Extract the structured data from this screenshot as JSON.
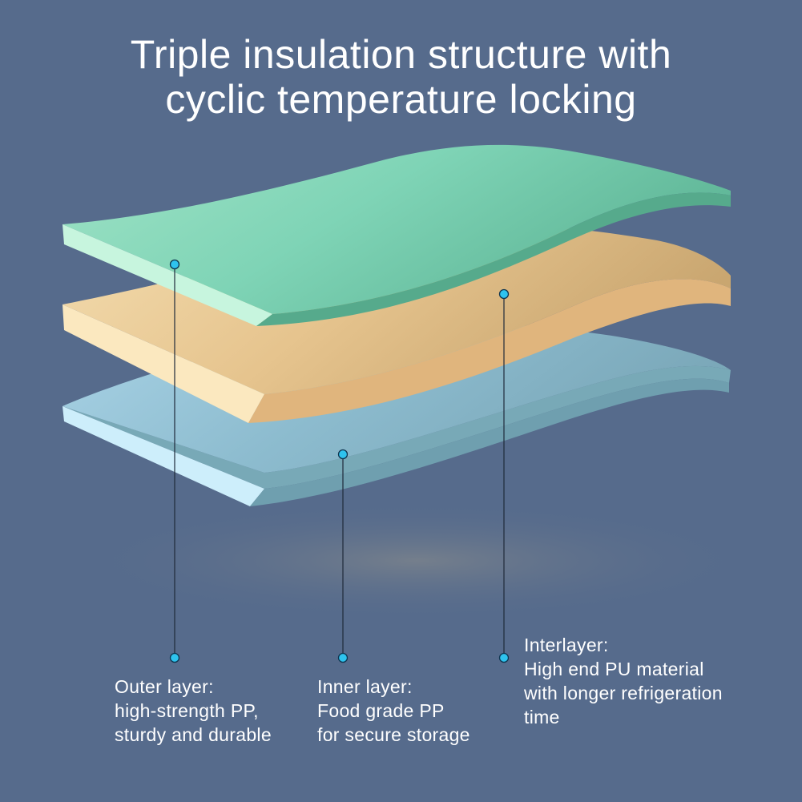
{
  "title": {
    "line1": "Triple insulation structure with",
    "line2": "cyclic temperature locking"
  },
  "layers": [
    {
      "name": "outer-layer",
      "color": "#7fd2b4"
    },
    {
      "name": "interlayer",
      "color": "#e5c58f"
    },
    {
      "name": "inner-layer",
      "color": "#8ab4c9"
    }
  ],
  "callouts": {
    "outer": {
      "heading": "Outer layer:",
      "line1": "high-strength PP,",
      "line2": "sturdy and durable"
    },
    "inner": {
      "heading": "Inner layer:",
      "line1": "Food grade PP",
      "line2": "for secure storage"
    },
    "interlayer": {
      "heading": "Interlayer:",
      "line1": "High end PU material",
      "line2": "with longer refrigeration",
      "line3": "time"
    }
  },
  "colors": {
    "background": "#566b8c",
    "marker": "#2ec3ee",
    "text": "#ffffff"
  }
}
